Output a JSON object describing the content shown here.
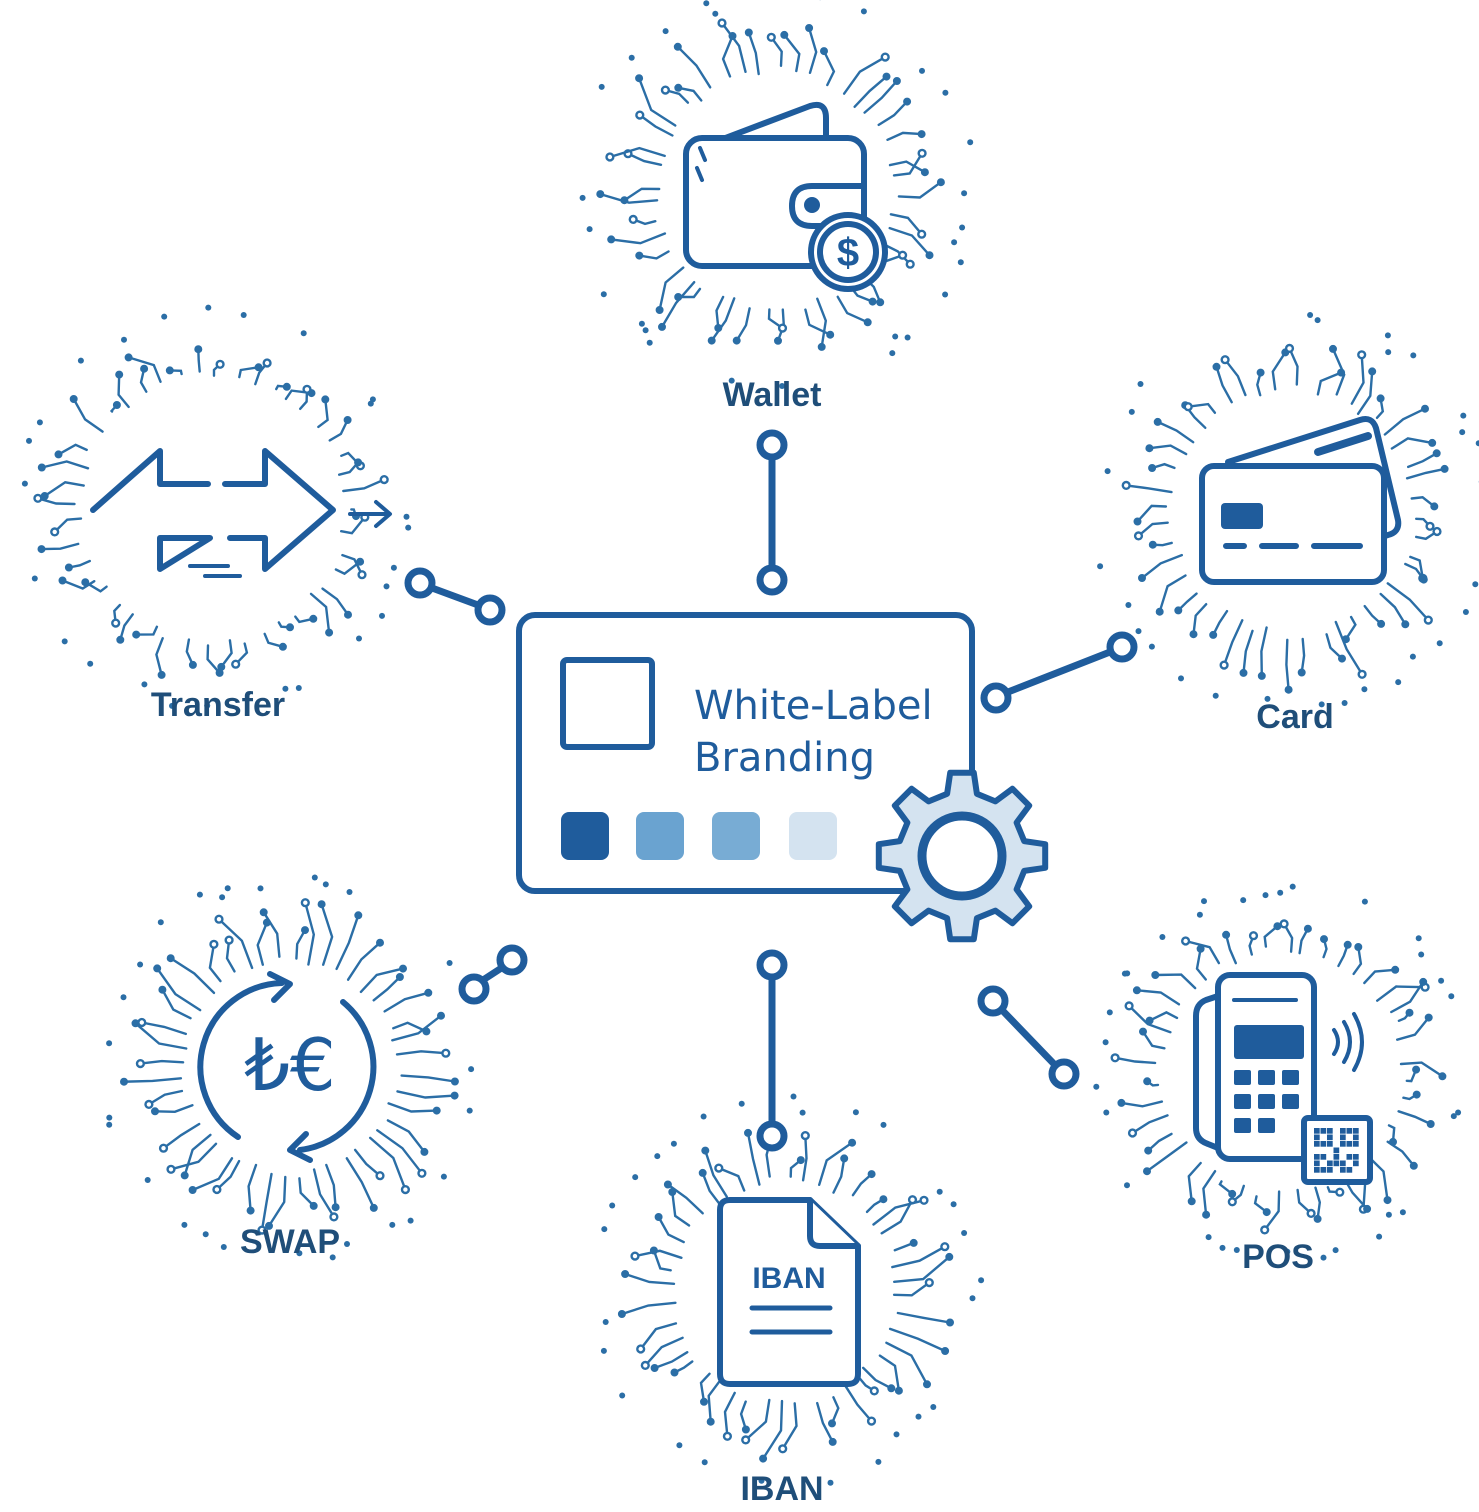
{
  "colors": {
    "primary": "#1f5c9c",
    "dark": "#1f4e79",
    "mid": "#6aa3d0",
    "light": "#d4e3f0",
    "trace": "#2b6ea6"
  },
  "center": {
    "title_line1": "White-Label",
    "title_line2": "Branding",
    "swatches": [
      "#1f5c9c",
      "#6aa3d0",
      "#78acd4",
      "#d4e3f0"
    ],
    "icon": "gear-icon"
  },
  "nodes": {
    "wallet": {
      "label": "Wallet",
      "icon": "wallet-dollar-icon"
    },
    "transfer": {
      "label": "Transfer",
      "icon": "double-arrow-icon"
    },
    "card": {
      "label": "Card",
      "icon": "credit-card-icon"
    },
    "swap": {
      "label": "SWAP",
      "icon": "currency-swap-icon",
      "symbols": "₺€"
    },
    "iban": {
      "label": "IBAN",
      "icon": "document-icon",
      "doc_text": "IBAN"
    },
    "pos": {
      "label": "POS",
      "icon": "pos-terminal-icon"
    }
  }
}
